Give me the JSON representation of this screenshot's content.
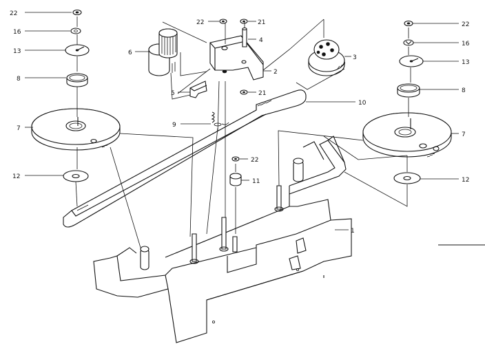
{
  "diagram": {
    "callouts": {
      "left_22": "22",
      "left_16": "16",
      "left_13": "13",
      "left_8": "8",
      "left_7": "7",
      "left_12": "12",
      "top_22": "22",
      "top_21a": "21",
      "item_4": "4",
      "item_6": "6",
      "item_3": "3",
      "item_2": "2",
      "item_5": "5",
      "top_21b": "21",
      "item_10": "10",
      "item_9": "9",
      "mid_22": "22",
      "item_11": "11",
      "item_1": "1",
      "right_22": "22",
      "right_16": "16",
      "right_13": "13",
      "right_8": "8",
      "right_7": "7",
      "right_12": "12"
    }
  }
}
